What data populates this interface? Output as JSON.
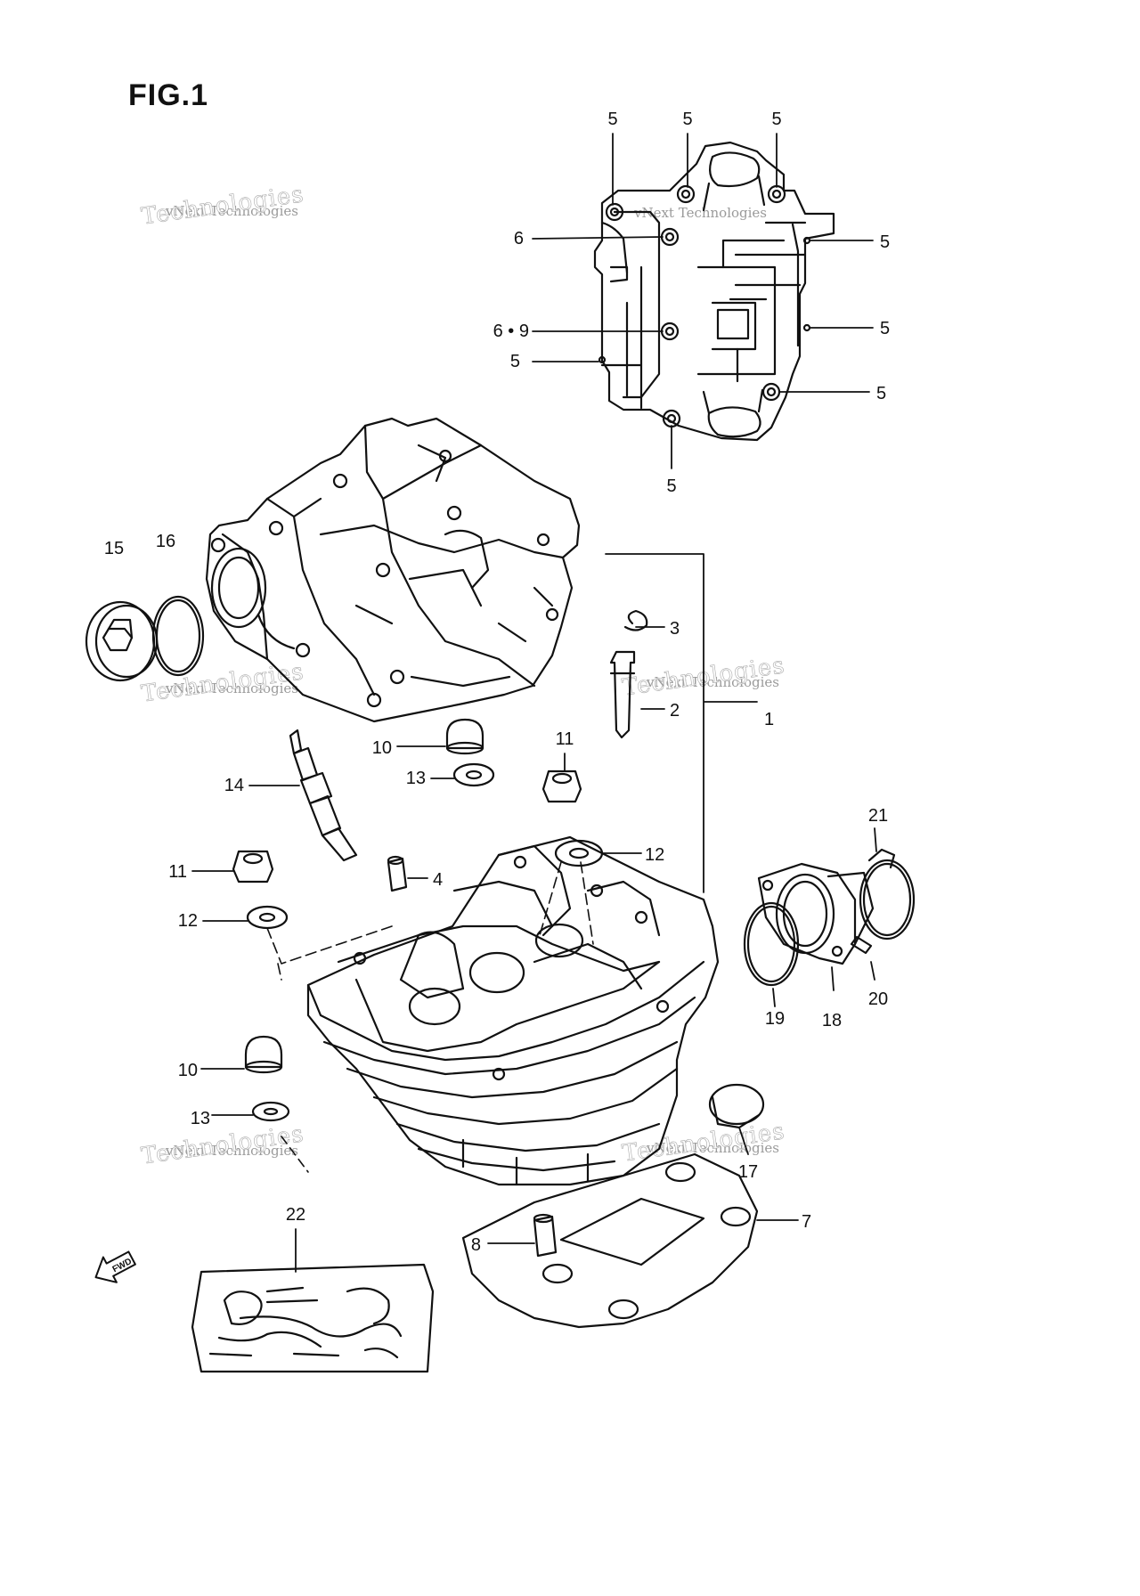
{
  "figure": {
    "title": "FIG.1",
    "fwd_label": "FWD"
  },
  "watermark": {
    "text": "vNext Technologies",
    "word_one": "vNext",
    "word_two": "Technologies"
  },
  "callouts": [
    "5",
    "5",
    "5",
    "5",
    "5",
    "5",
    "5",
    "5",
    "6",
    "6 • 9",
    "15",
    "16",
    "3",
    "2",
    "1",
    "10",
    "11",
    "14",
    "13",
    "11",
    "4",
    "12",
    "12",
    "21",
    "19",
    "18",
    "20",
    "10",
    "13",
    "17",
    "7",
    "8",
    "22"
  ]
}
